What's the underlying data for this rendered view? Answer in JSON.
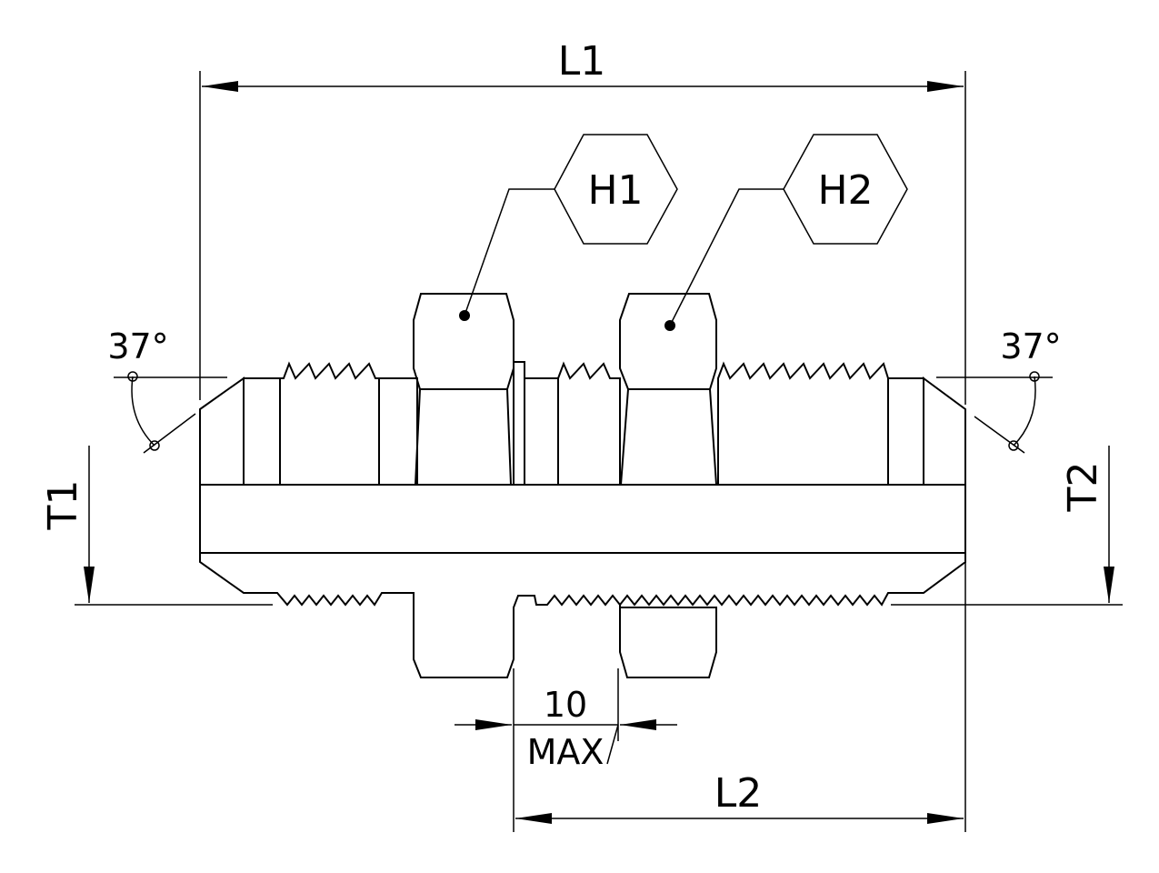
{
  "drawing": {
    "dimensions": {
      "overall_length": "L1",
      "partial_length": "L2",
      "thread_left": "T1",
      "thread_right": "T2",
      "hex_left": "H1",
      "hex_right": "H2",
      "flare_angle_left": "37°",
      "flare_angle_right": "37°",
      "panel_thickness_value": "10",
      "panel_thickness_note": "MAX"
    },
    "colors": {
      "body_gray": "#a7a7ad",
      "thread_blue": "#c4c6ee",
      "line": "#000000"
    }
  }
}
